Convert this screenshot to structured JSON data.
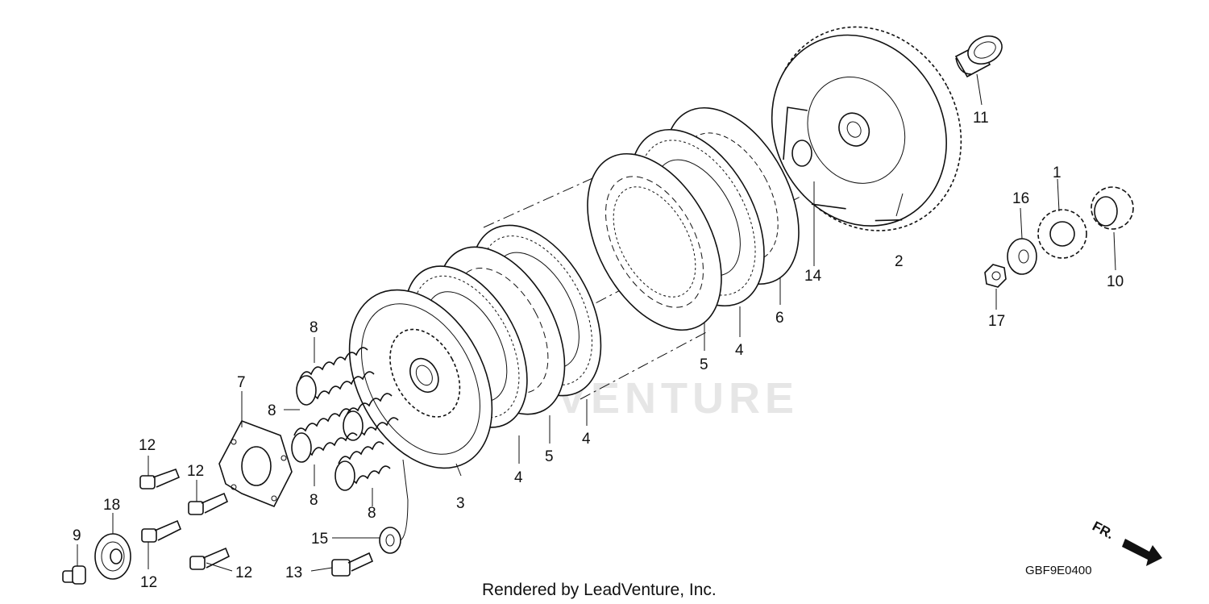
{
  "diagram": {
    "watermark": "LEADVENTURE",
    "footer": "Rendered by LeadVenture, Inc.",
    "diagram_code": "GBF9E0400",
    "direction_label": "FR.",
    "labels": {
      "p1": "1",
      "p2": "2",
      "p3": "3",
      "p4a": "4",
      "p4b": "4",
      "p4c": "4",
      "p5a": "5",
      "p5b": "5",
      "p6": "6",
      "p7": "7",
      "p8a": "8",
      "p8b": "8",
      "p8c": "8",
      "p8d": "8",
      "p9": "9",
      "p10": "10",
      "p11": "11",
      "p12a": "12",
      "p12b": "12",
      "p12c": "12",
      "p12d": "12",
      "p13": "13",
      "p14": "14",
      "p15": "15",
      "p16": "16",
      "p17": "17",
      "p18": "18"
    }
  }
}
